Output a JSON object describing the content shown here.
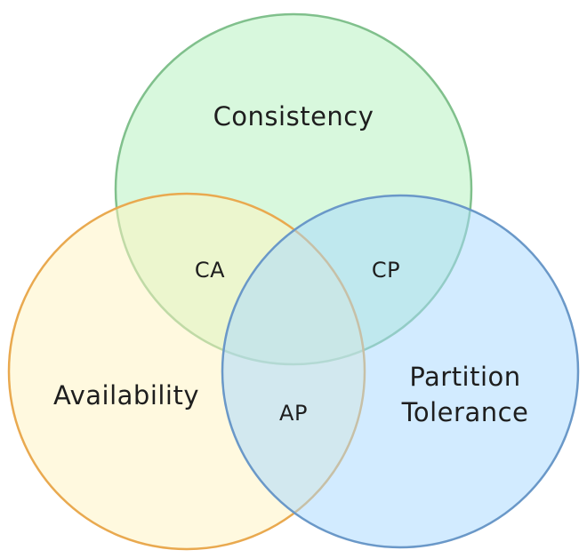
{
  "diagram": {
    "sets": [
      {
        "id": "consistency",
        "label": "Consistency",
        "fill": "#b2f2bb",
        "stroke": "#80c08c"
      },
      {
        "id": "availability",
        "label": "Availability",
        "fill": "#fff3bf",
        "stroke": "#e9a94f"
      },
      {
        "id": "partition",
        "label_lines": [
          "Partition",
          "Tolerance"
        ],
        "fill": "#a5d8ff",
        "stroke": "#6a98c8"
      }
    ],
    "intersections": {
      "ca": "CA",
      "cp": "CP",
      "ap": "AP"
    }
  }
}
